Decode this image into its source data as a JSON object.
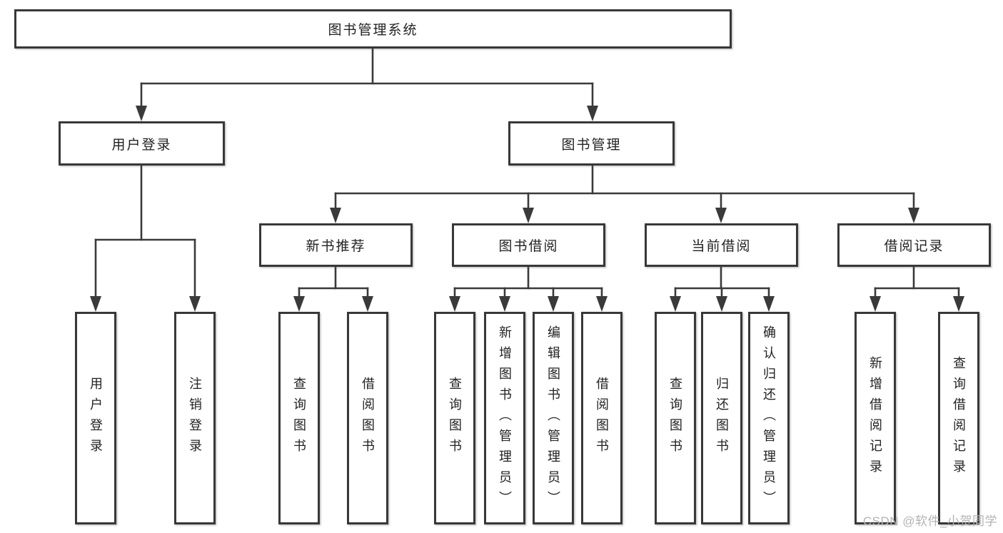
{
  "tree": {
    "label": "图书管理系统",
    "children": [
      {
        "label": "用户登录",
        "children": [
          {
            "label": "用户登录"
          },
          {
            "label": "注销登录"
          }
        ]
      },
      {
        "label": "图书管理",
        "children": [
          {
            "label": "新书推荐",
            "children": [
              {
                "label": "查询图书"
              },
              {
                "label": "借阅图书"
              }
            ]
          },
          {
            "label": "图书借阅",
            "children": [
              {
                "label": "查询图书"
              },
              {
                "label": "新增图书（管理员）"
              },
              {
                "label": "编辑图书（管理员）"
              },
              {
                "label": "借阅图书"
              }
            ]
          },
          {
            "label": "当前借阅",
            "children": [
              {
                "label": "查询图书"
              },
              {
                "label": "归还图书"
              },
              {
                "label": "确认归还（管理员）"
              }
            ]
          },
          {
            "label": "借阅记录",
            "children": [
              {
                "label": "新增借阅记录"
              },
              {
                "label": "查询借阅记录"
              }
            ]
          }
        ]
      }
    ]
  },
  "watermark": {
    "text": "CSDN @软件_小贺同学"
  },
  "colors": {
    "line": "#3a3a3a",
    "box_border": "#383838",
    "text": "#222222",
    "watermark": "#b3b3b3",
    "background": "#ffffff"
  }
}
